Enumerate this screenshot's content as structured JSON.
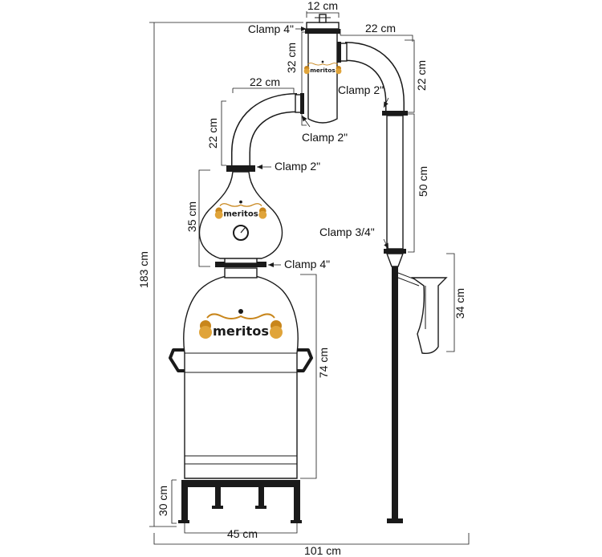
{
  "labels": {
    "top_width": "12 cm",
    "clamp_top": "Clamp 4\"",
    "arm_right_width": "22 cm",
    "column_height": "32 cm",
    "arm_right_height": "22 cm",
    "clamp_right_elbow": "Clamp 2\"",
    "arm_left_width": "22 cm",
    "arm_left_height": "22 cm",
    "clamp_column_bottom": "Clamp 2\"",
    "clamp_helmet_neck": "Clamp 2\"",
    "condenser_height": "50 cm",
    "helmet_height": "35 cm",
    "clamp_condenser_bottom": "Clamp 3/4\"",
    "clamp_pot_neck": "Clamp 4\"",
    "parrot_height": "34 cm",
    "total_height": "183 cm",
    "pot_height": "74 cm",
    "stand_height": "30 cm",
    "pot_width": "45 cm",
    "total_width": "101 cm"
  },
  "logo": {
    "brand": "meritos"
  },
  "colors": {
    "outline": "#1a1a1a",
    "accent": "#c8861c",
    "gold": "#e0a43a"
  }
}
